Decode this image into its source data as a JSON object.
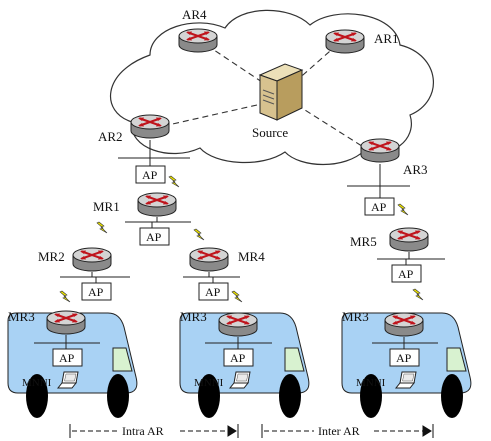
{
  "routers": {
    "ar1": "AR1",
    "ar2": "AR2",
    "ar3": "AR3",
    "ar4": "AR4",
    "mr1": "MR1",
    "mr2": "MR2",
    "mr3": "MR3",
    "mr4": "MR4",
    "mr5": "MR5"
  },
  "server_label": "Source",
  "ap_label": "AP",
  "node_label": "MNNI",
  "bottom_labels": {
    "intra": "Intra AR",
    "inter": "Inter AR"
  },
  "colors": {
    "vehicle_fill": "#a9d2f4",
    "window_fill": "#d8f2d0",
    "router_fill": "#d4d4d4",
    "arrow_red": "#c0141c",
    "lightning": "#e8e000",
    "server_fill": "#d7c28f"
  },
  "icons": [
    "router-icon",
    "server-icon",
    "laptop-icon",
    "wireless-link-icon",
    "cloud-shape"
  ]
}
